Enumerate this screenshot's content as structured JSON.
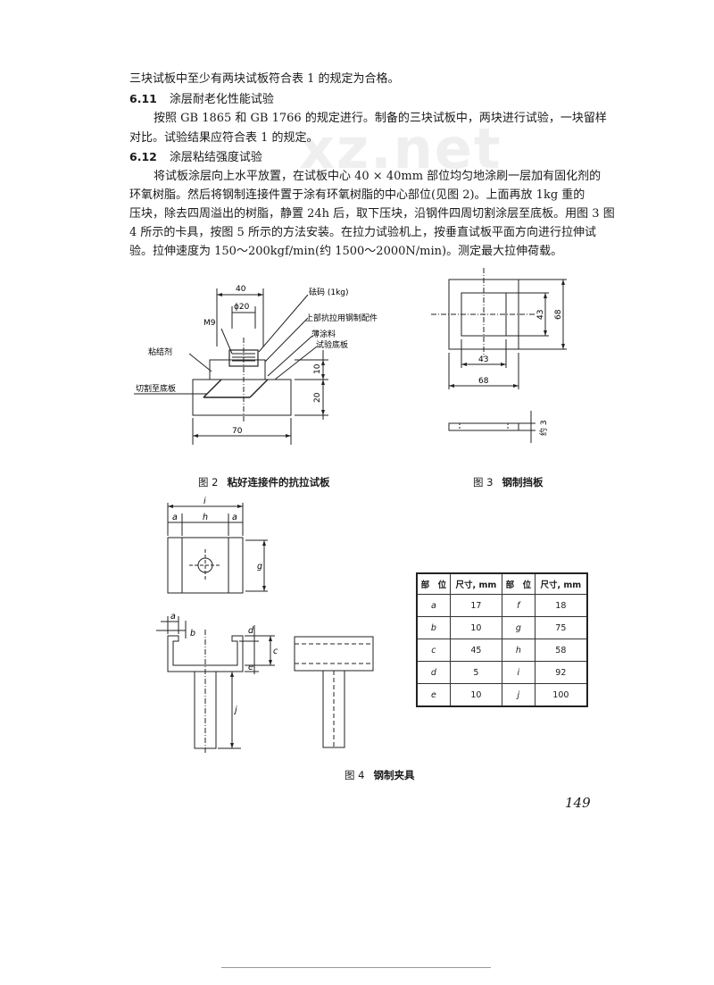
{
  "text": {
    "line1": "三块试板中至少有两块试板符合表 1 的规定为合格。",
    "s611_num": "6.11",
    "s611_title": "涂层耐老化性能试验",
    "s611_p1": "按照 GB 1865 和 GB 1766 的规定进行。制备的三块试板中，两块进行试验，一块留样",
    "s611_p2": "对比。试验结果应符合表 1 的规定。",
    "s612_num": "6.12",
    "s612_title": "涂层粘结强度试验",
    "s612_p1": "将试板涂层向上水平放置，在试板中心 40 × 40mm 部位均匀地涂刷一层加有固化剂的",
    "s612_p2": "环氧树脂。然后将钢制连接件置于涂有环氧树脂的中心部位(见图 2)。上面再放 1kg 重的",
    "s612_p3": "压块，除去四周溢出的树脂，静置 24h 后，取下压块，沿钢件四周切割涂层至底板。用图 3 图",
    "s612_p4": "4 所示的卡具，按图 5 所示的方法安装。在拉力试验机上，按垂直试板平面方向进行拉伸试",
    "s612_p5": "验。拉伸速度为 150～200kgf/min(约 1500～2000N/min)。测定最大拉伸荷载。"
  },
  "watermark": "xz.net",
  "fig2": {
    "caption_num": "图 2",
    "caption_title": "粘好连接件的抗拉试板",
    "labels": {
      "weight": "砝码 (1kg)",
      "fitting": "上部抗拉用钢制配件",
      "coating": "薄涂料",
      "base": "试验底板",
      "adhesive": "粘结剂",
      "cut": "切割至底板",
      "m9": "M9"
    },
    "dims": {
      "d40": "40",
      "phi20": "ϕ20",
      "d10": "10",
      "d20": "20",
      "d70": "70"
    }
  },
  "fig3": {
    "caption_num": "图 3",
    "caption_title": "钢制挡板",
    "dims": {
      "d43v": "43",
      "d68v": "68",
      "d43h": "43",
      "d68h": "68",
      "about3": "约 3"
    }
  },
  "fig4": {
    "caption_num": "图 4",
    "caption_title": "钢制夹具",
    "vars": {
      "i": "i",
      "a": "a",
      "h": "h",
      "g": "g",
      "b": "b",
      "d": "d",
      "c": "c",
      "e": "e",
      "j": "j"
    }
  },
  "table": {
    "headers": [
      "部　位",
      "尺寸, mm",
      "部　位",
      "尺寸, mm"
    ],
    "rows": [
      [
        "a",
        "17",
        "f",
        "18"
      ],
      [
        "b",
        "10",
        "g",
        "75"
      ],
      [
        "c",
        "45",
        "h",
        "58"
      ],
      [
        "d",
        "5",
        "i",
        "92"
      ],
      [
        "e",
        "10",
        "j",
        "100"
      ]
    ]
  },
  "page_number": "149"
}
